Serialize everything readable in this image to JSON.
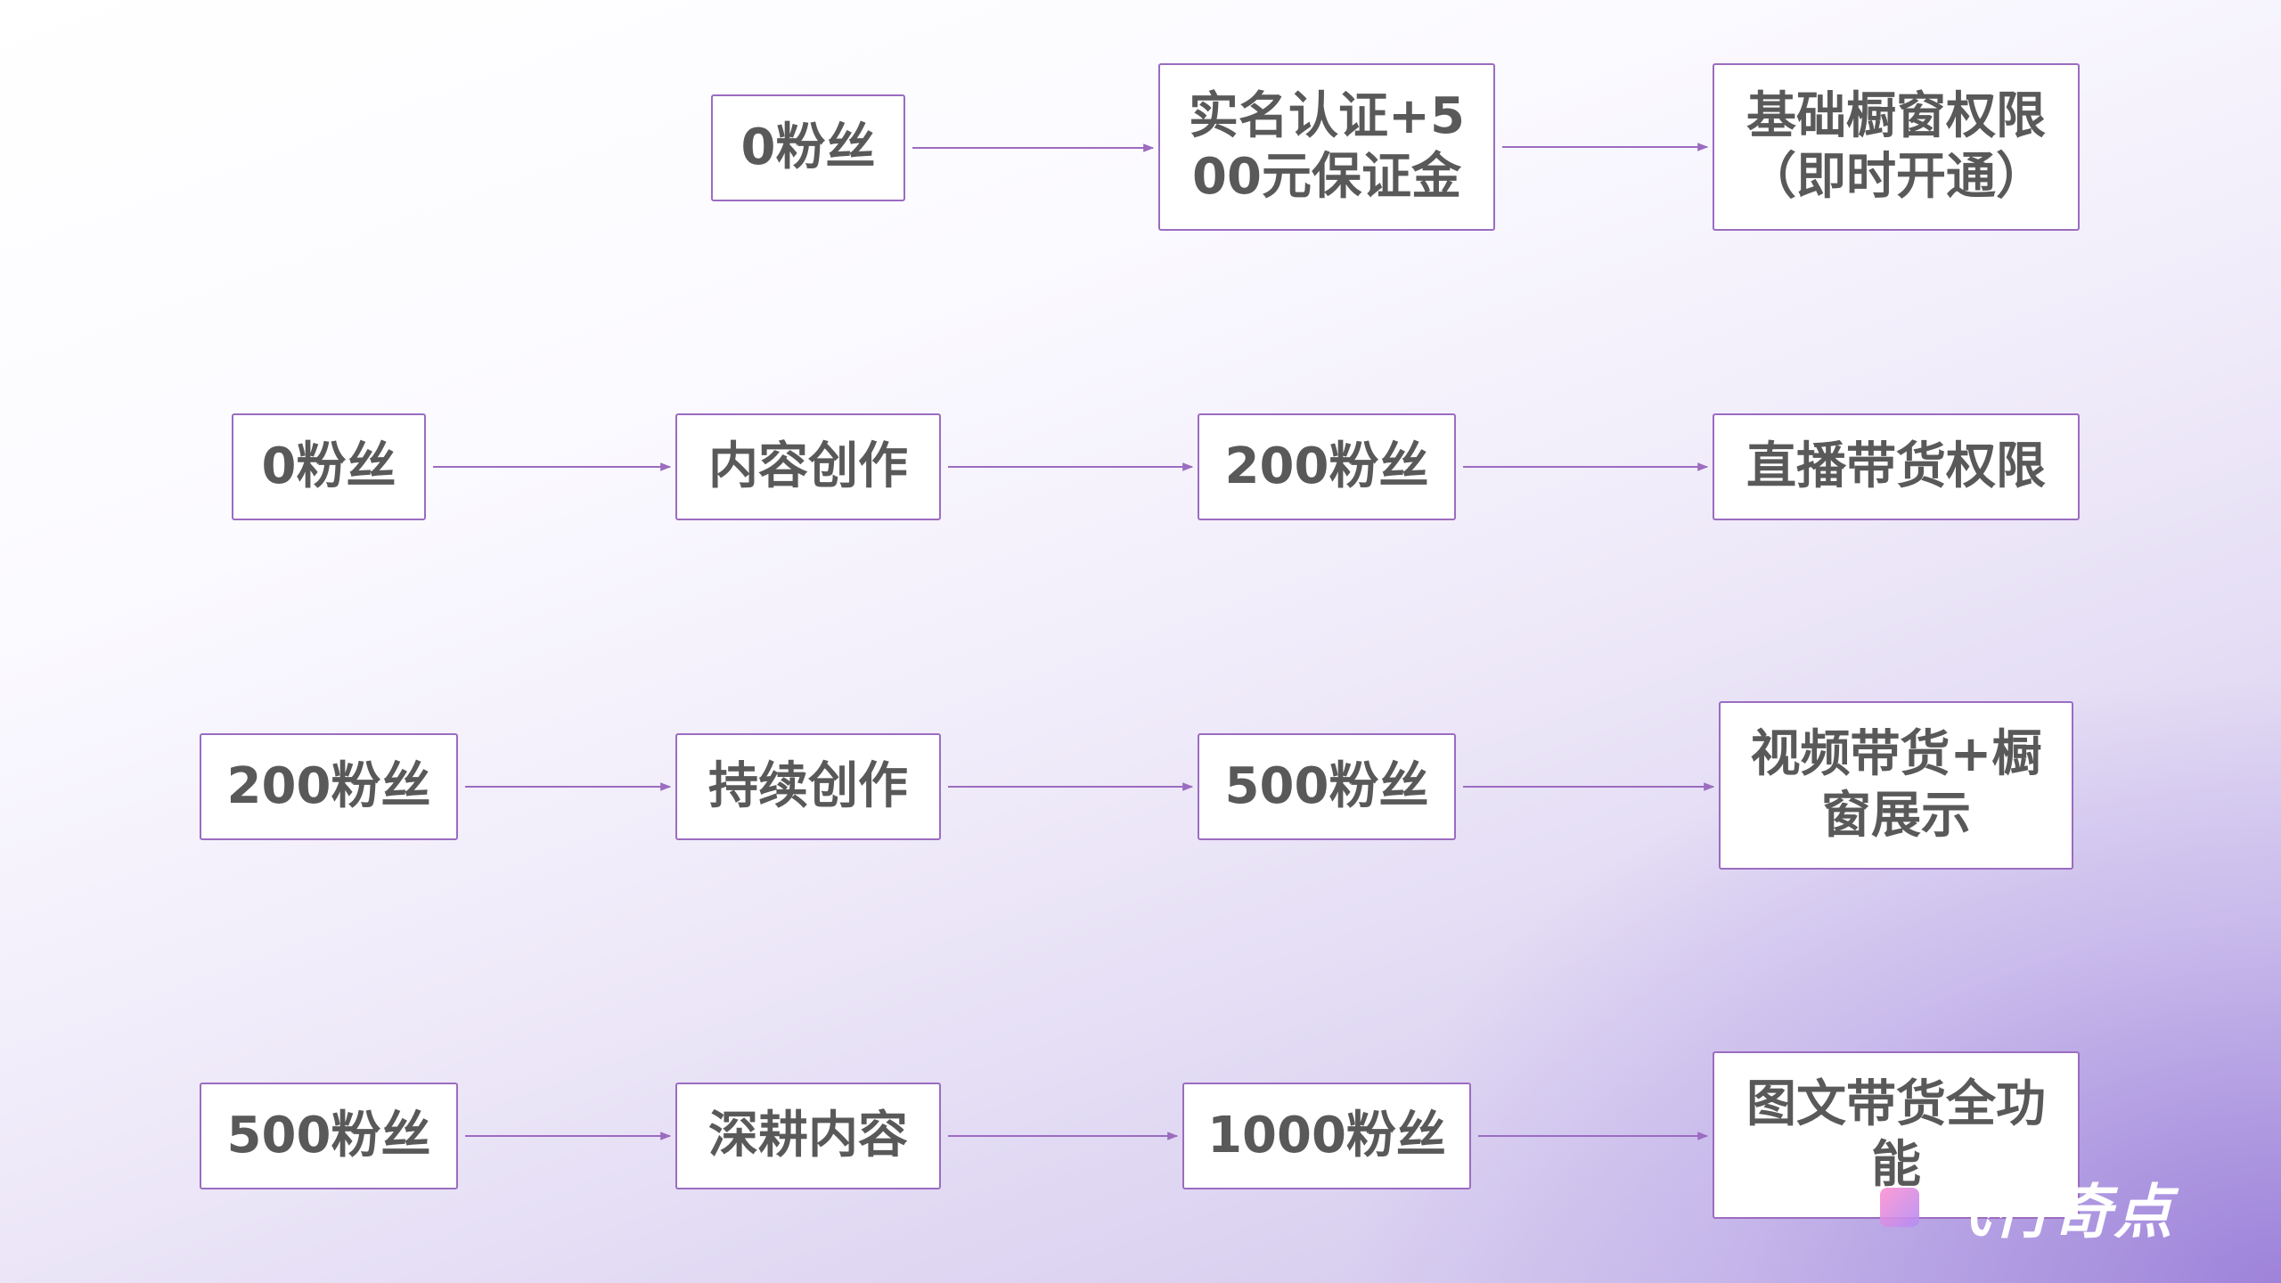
{
  "diagram": {
    "line_color": "#9b6cc0",
    "box_border_color": "#9b6cc0",
    "text_color": "#595959",
    "rows": [
      {
        "nodes": [
          "0粉丝",
          "实名认证+500元保证金",
          "基础橱窗权限（即时开通）"
        ]
      },
      {
        "nodes": [
          "0粉丝",
          "内容创作",
          "200粉丝",
          "直播带货权限"
        ]
      },
      {
        "nodes": [
          "200粉丝",
          "持续创作",
          "500粉丝",
          "视频带货+橱窗展示"
        ]
      },
      {
        "nodes": [
          "500粉丝",
          "深耕内容",
          "1000粉丝",
          "图文带货全功能"
        ]
      }
    ]
  },
  "watermark": {
    "text": "飞行奇点",
    "icon": "app-logo-icon"
  }
}
